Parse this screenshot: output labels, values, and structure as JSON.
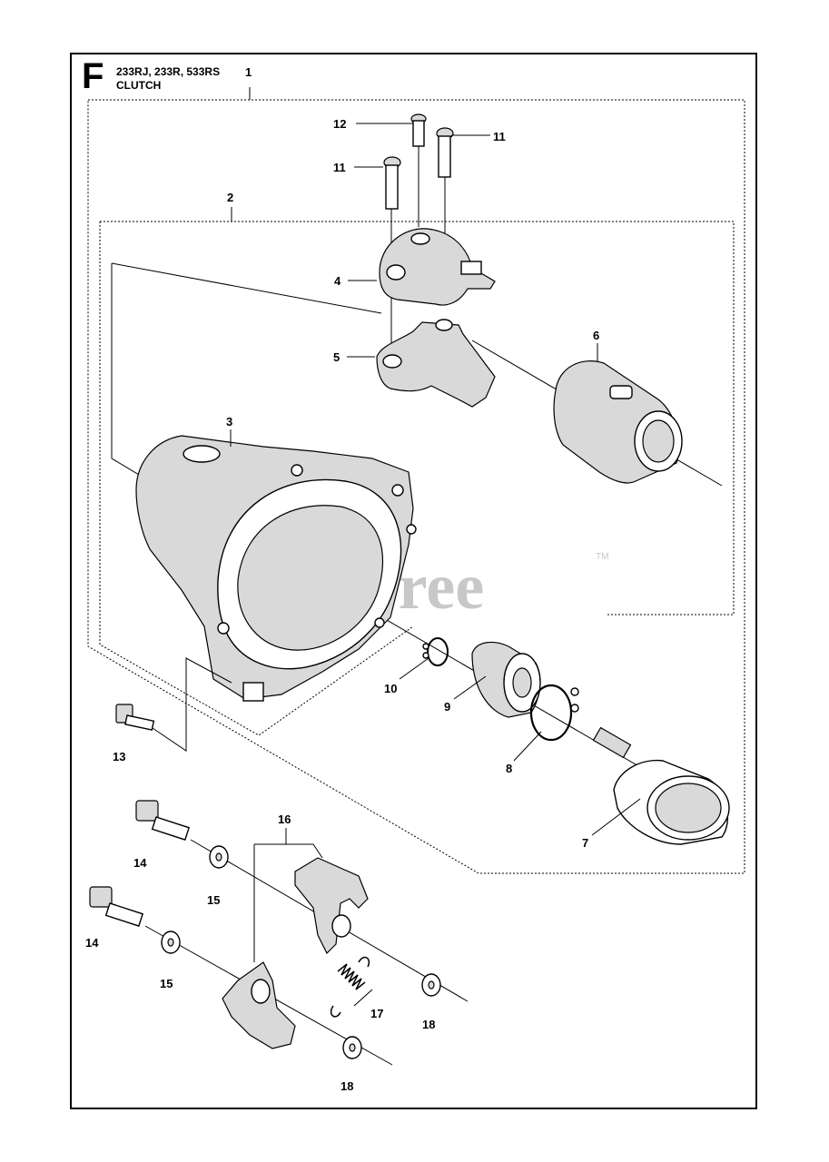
{
  "header": {
    "section_letter": "F",
    "models": "233RJ, 233R, 533RS",
    "title": "CLUTCH"
  },
  "watermark": {
    "text": "PartsTree",
    "trademark": "TM"
  },
  "callouts": [
    {
      "id": "1",
      "label": "1"
    },
    {
      "id": "2",
      "label": "2"
    },
    {
      "id": "3",
      "label": "3"
    },
    {
      "id": "4",
      "label": "4"
    },
    {
      "id": "5",
      "label": "5"
    },
    {
      "id": "6",
      "label": "6"
    },
    {
      "id": "7",
      "label": "7"
    },
    {
      "id": "8",
      "label": "8"
    },
    {
      "id": "9",
      "label": "9"
    },
    {
      "id": "10",
      "label": "10"
    },
    {
      "id": "11a",
      "label": "11"
    },
    {
      "id": "11b",
      "label": "11"
    },
    {
      "id": "12",
      "label": "12"
    },
    {
      "id": "13",
      "label": "13"
    },
    {
      "id": "14a",
      "label": "14"
    },
    {
      "id": "14b",
      "label": "14"
    },
    {
      "id": "15a",
      "label": "15"
    },
    {
      "id": "15b",
      "label": "15"
    },
    {
      "id": "16",
      "label": "16"
    },
    {
      "id": "17",
      "label": "17"
    },
    {
      "id": "18a",
      "label": "18"
    },
    {
      "id": "18b",
      "label": "18"
    }
  ]
}
